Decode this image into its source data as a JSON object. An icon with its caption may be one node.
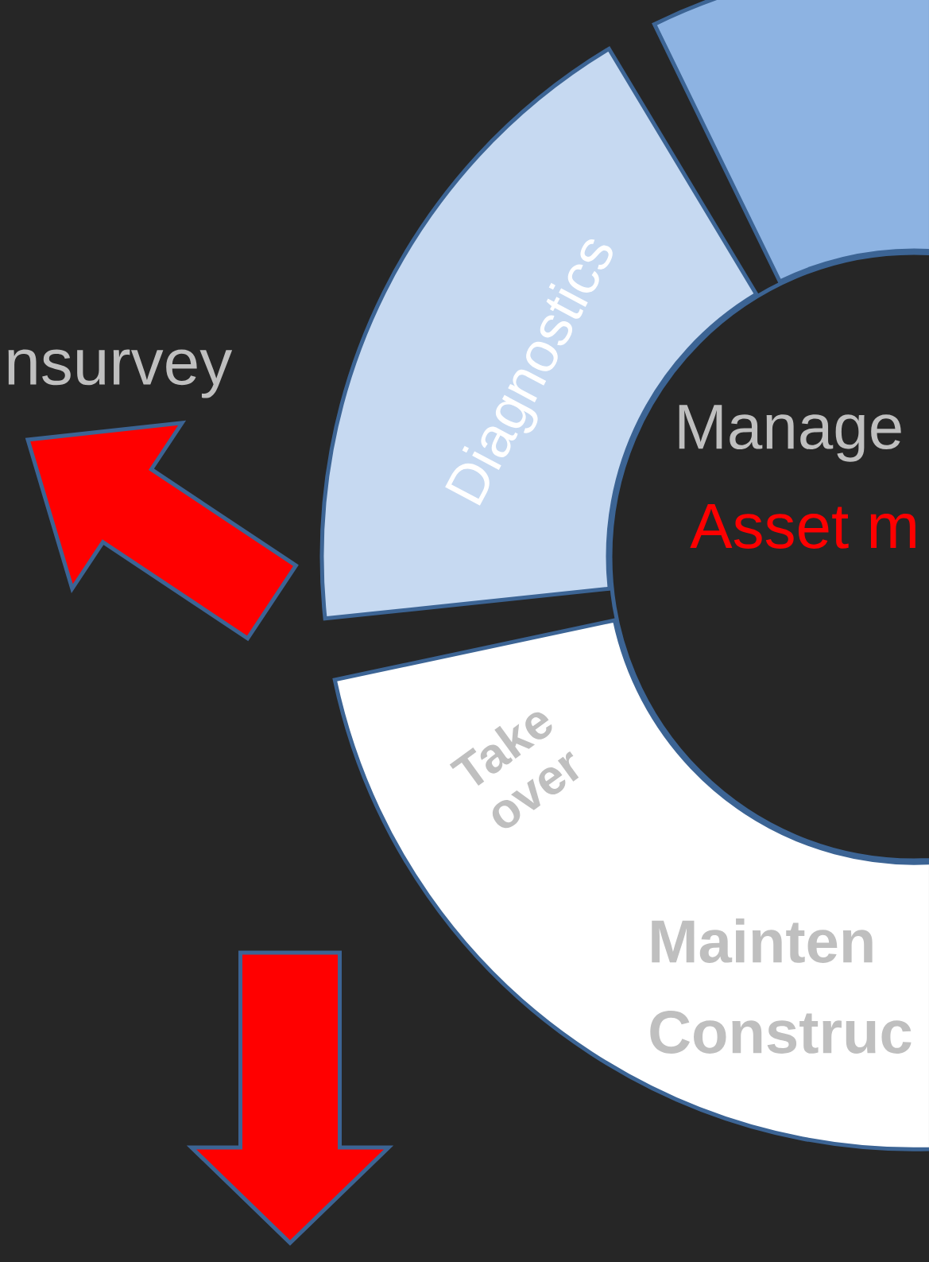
{
  "diagram": {
    "nodes": [
      {
        "text": [
          "Diagnostics"
        ]
      },
      {
        "text": [],
        "shape": "band"
      },
      {
        "text": [
          "Take over",
          "Mainten Construc"
        ]
      },
      {
        "text": [
          "Manage",
          "Asset m"
        ]
      },
      {
        "text": [
          "nsurvey"
        ]
      }
    ],
    "edges": [
      {
        "from": 0,
        "to": 4,
        "arrow": "to"
      }
    ]
  }
}
